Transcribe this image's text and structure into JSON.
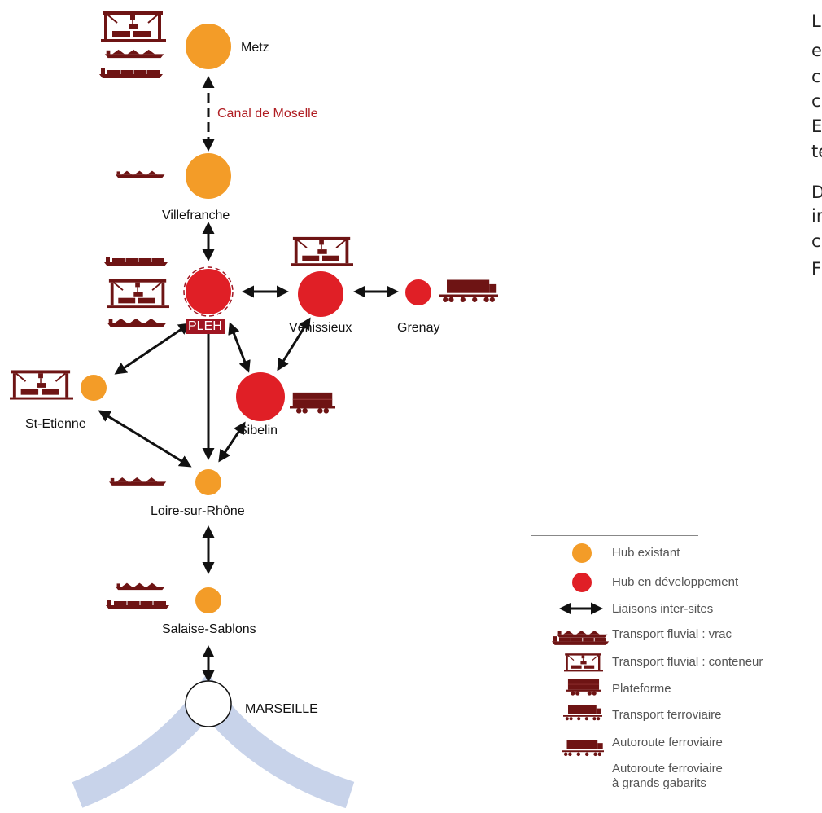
{
  "nodes": {
    "metz": "Metz",
    "villefranche": "Villefranche",
    "pleh": "PLEH",
    "venissieux": "Vénissieux",
    "grenay": "Grenay",
    "sibelin": "Sibelin",
    "st_etienne": "St-Etienne",
    "loire": "Loire-sur-Rhône",
    "salaise": "Salaise-Sablons",
    "marseille": "MARSEILLE"
  },
  "canal_label": "Canal de Moselle",
  "legend": [
    {
      "icon": "orange-circle-icon",
      "text": "Hub existant"
    },
    {
      "icon": "red-circle-icon",
      "text": "Hub en développement"
    },
    {
      "icon": "double-arrow-icon",
      "text": "Liaisons inter-sites"
    },
    {
      "icon": "bulk-barge-icon",
      "text": "Transport fluvial : vrac"
    },
    {
      "icon": "container-barge-icon",
      "text": "Transport fluvial : conteneur"
    },
    {
      "icon": "crane-platform-icon",
      "text": "Plateforme"
    },
    {
      "icon": "rail-wagon-icon",
      "text": "Transport ferroviaire"
    },
    {
      "icon": "rolling-highway-icon",
      "text": "Autoroute ferroviaire"
    },
    {
      "icon": "large-gauge-rolling-highway-icon",
      "text": "Autoroute ferroviaire",
      "text2": "à grands gabarits"
    }
  ],
  "side_text_fragments": [
    "L",
    "e",
    "c",
    "c",
    "E",
    "te",
    "D",
    "ir",
    "c",
    "F"
  ],
  "colors": {
    "existing_hub": "#f39c28",
    "developing_hub": "#e01f26",
    "icon_dark": "#6e1414",
    "pleh_label_bg": "#a01622",
    "canal_text": "#b01e23",
    "river": "#c8d3ea",
    "link": "#111111"
  }
}
